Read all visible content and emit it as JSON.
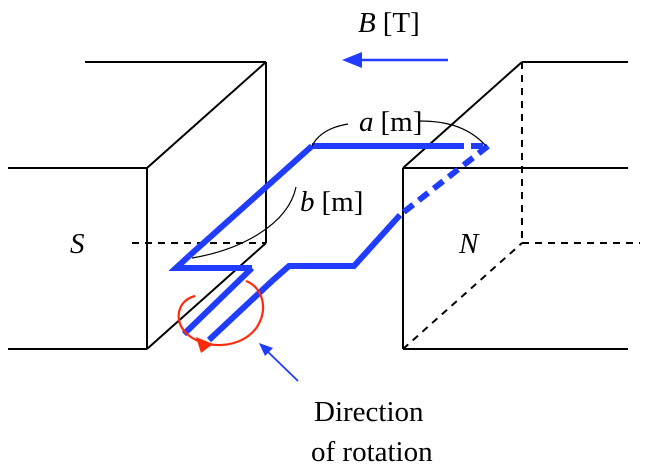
{
  "labels": {
    "field_symbol": "B",
    "field_unit": "[T]",
    "side_a_symbol": "a",
    "side_a_unit": "[m]",
    "side_b_symbol": "b",
    "side_b_unit": "[m]",
    "south_pole": "S",
    "north_pole": "N",
    "rotation_line1": "Direction",
    "rotation_line2": "of rotation"
  },
  "colors": {
    "coil": "#1f3cff",
    "field_arrow": "#1f3cff",
    "rotation_arrow": "#ff2a0a",
    "magnet": "#000000"
  }
}
